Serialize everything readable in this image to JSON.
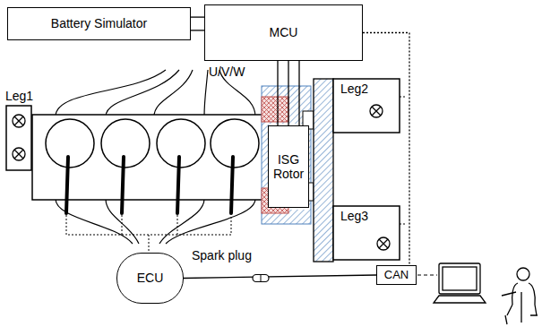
{
  "diagram": {
    "nodes": [
      {
        "text": [
          "Battery Simulator"
        ]
      },
      {
        "text": [
          "MCU"
        ]
      },
      {
        "text": [
          "ISG Rotor"
        ]
      },
      {
        "text": [
          "ECU"
        ]
      },
      {
        "text": [
          "CAN"
        ]
      }
    ],
    "edges": [
      {
        "from": 0,
        "to": 1,
        "arrow": "none"
      },
      {
        "from": 1,
        "to": 2,
        "arrow": "none"
      },
      {
        "from": 1,
        "to": 4,
        "arrow": "none"
      },
      {
        "from": 3,
        "to": 4,
        "arrow": "none"
      }
    ],
    "labels": [
      "U/V/W",
      "Leg1",
      "Leg2",
      "Leg3",
      "Spark plug"
    ]
  }
}
